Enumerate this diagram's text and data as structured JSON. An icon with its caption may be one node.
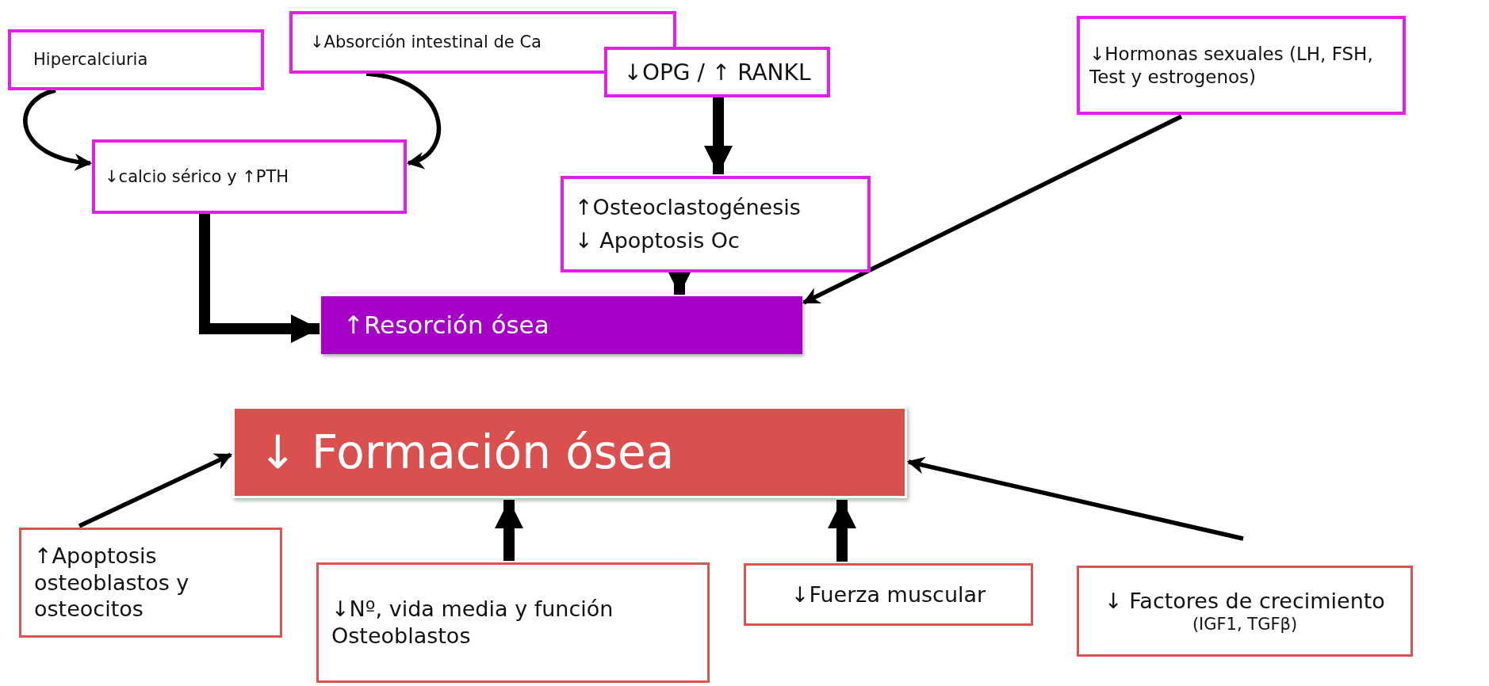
{
  "diagram": {
    "nodes": [
      {
        "text": [
          "Hipercalciuria"
        ]
      },
      {
        "text": [
          "↓Absorción intestinal de Ca"
        ]
      },
      {
        "text": [
          "↓calcio sérico y ↑PTH"
        ]
      },
      {
        "text": [
          "↓OPG / ↑ RANKL"
        ]
      },
      {
        "text": [
          "↑Osteoclastogénesis",
          "↓ Apoptosis Oc"
        ]
      },
      {
        "text": [
          "↓Hormonas sexuales (LH, FSH, Test y estrogenos)"
        ]
      },
      {
        "text": [
          "↑Resorción ósea"
        ]
      },
      {
        "text": [
          "↓ Formación ósea"
        ]
      },
      {
        "text": [
          "↑Apoptosis osteoblastos y osteocitos"
        ]
      },
      {
        "text": [
          "↓Nº, vida media y función Osteoblastos"
        ]
      },
      {
        "text": [
          "↓Fuerza muscular"
        ]
      },
      {
        "text": [
          "↓ Factores de crecimiento",
          "(IGF1, TGFβ)"
        ]
      }
    ],
    "edges": [
      {
        "from": 0,
        "to": 2,
        "arrow": "to"
      },
      {
        "from": 1,
        "to": 2,
        "arrow": "to"
      },
      {
        "from": 2,
        "to": 6,
        "arrow": "to",
        "style": "thick"
      },
      {
        "from": 3,
        "to": 4,
        "arrow": "to",
        "style": "thick"
      },
      {
        "from": 4,
        "to": 6,
        "arrow": "to",
        "style": "thick"
      },
      {
        "from": 5,
        "to": 6,
        "arrow": "to"
      },
      {
        "from": 8,
        "to": 7,
        "arrow": "to"
      },
      {
        "from": 9,
        "to": 7,
        "arrow": "to",
        "style": "thick"
      },
      {
        "from": 10,
        "to": 7,
        "arrow": "to",
        "style": "thick"
      },
      {
        "from": 11,
        "to": 7,
        "arrow": "to"
      }
    ]
  }
}
